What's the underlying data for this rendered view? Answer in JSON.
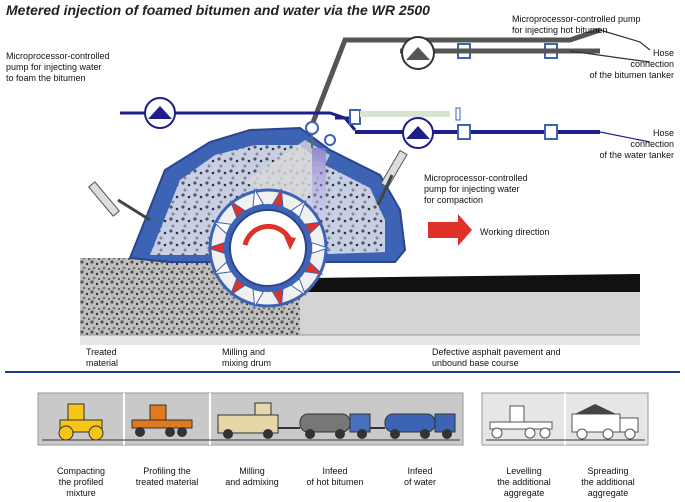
{
  "title": "Metered injection of foamed bitumen and water via the WR 2500",
  "labels": {
    "pump_water_foam": "Microprocessor-controlled\npump for injecting water\nto foam the bitumen",
    "pump_bitumen": "Microprocessor-controlled pump\nfor injecting hot bitumen",
    "hose_bitumen": "Hose\nconnection\nof the bitumen tanker",
    "hose_water": "Hose\nconnection\nof the water tanker",
    "pump_water_compaction": "Microprocessor-controlled\npump for injecting water\nfor compaction",
    "working_direction": "Working direction",
    "treated_material": "Treated\nmaterial",
    "milling_drum": "Milling and\nmixing drum",
    "defective": "Defective asphalt pavement and\nunbound base course"
  },
  "colors": {
    "machine_blue": "#3d63b5",
    "water_line": "#1e1e8a",
    "bitumen_line": "#555555",
    "arrow_red": "#e0302a",
    "panel_gray": "#c9c9c9"
  },
  "sequence": [
    {
      "caption": "Compacting\nthe profiled\nmixture",
      "vehicle": "roller-icon"
    },
    {
      "caption": "Profiling the\ntreated material",
      "vehicle": "grader-icon"
    },
    {
      "caption": "Milling\nand admixing",
      "vehicle": "recycler-icon"
    },
    {
      "caption": "Infeed\nof hot bitumen",
      "vehicle": "bitumen-tanker-icon"
    },
    {
      "caption": "Infeed\nof water",
      "vehicle": "water-tanker-icon"
    },
    {
      "caption": "Levelling\nthe additional\naggregate",
      "vehicle": "grader-outline-icon"
    },
    {
      "caption": "Spreading\nthe additional\naggregate",
      "vehicle": "truck-outline-icon"
    }
  ]
}
